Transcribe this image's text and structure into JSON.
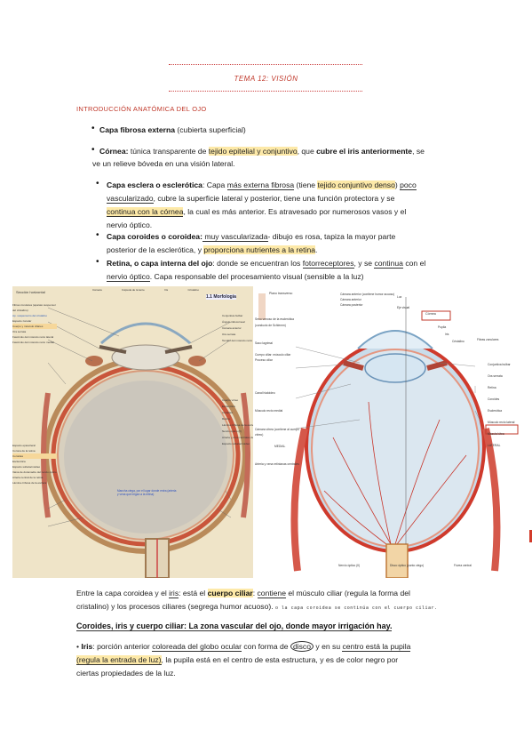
{
  "header": {
    "title": "TEMA 12: VISIÓN"
  },
  "section_title": "INTRODUCCIÓN ANATÓMICA DEL OJO",
  "p1": {
    "bold": "Capa fibrosa externa",
    "rest": " (cubierta superficial)"
  },
  "p2": {
    "bold": "Córnea:",
    "a": " túnica transparente de ",
    "hl": "tejido epitelial y conjuntivo",
    "b": ", que ",
    "bold2": "cubre el iris anteriormente",
    "c": ", se",
    "line2": "ve un relieve bóveda en una visión lateral."
  },
  "p3": {
    "bold": "Capa esclera o esclerótica",
    "a": ": Capa ",
    "ul1": "más externa fibrosa",
    "b": " (tiene ",
    "hl1": "tejido conjuntivo denso",
    "c": ") ",
    "ul2": "poco",
    "ul3": "vascularizado",
    "d": ", cubre la superficie lateral y posterior, tiene una función protectora y se",
    "hl2": "continua con la córnea",
    "e": ", la cual es más anterior.  Es atravesado por numerosos vasos y el",
    "line4": "nervio óptico."
  },
  "p4": {
    "bold": "Capa coroides o coroidea:",
    "ul1": " muy vascularizada",
    "a": "- dibujo es rosa, tapiza la mayor parte",
    "b": "posterior de la esclerótica, y ",
    "hl": "proporciona nutrientes a la retina",
    "c": "."
  },
  "p5": {
    "bold": "Retina, o capa interna del ojo",
    "a": ": donde se encuentran los ",
    "ul1": "fotorreceptores",
    "b": ", y se ",
    "ul2": "continua",
    "c": " con el",
    "ul3": "nervio óptico",
    "d": ". Capa responsable del procesamiento visual (sensible a la luz)"
  },
  "fig_left": {
    "section_label": "Sección horizontal",
    "badge": "1.1 Morfología",
    "labels_left": [
      "Fibras zonulares (aparato suspensor del cristalino)",
      "Ap. suspensorio del cristalino",
      "Espacio zonular",
      "Cuerpo y músculo ciliares",
      "Ora serrata",
      "Fascículo del músculo recto lateral",
      "Fascículo del músculo recto medial",
      "Espacio epiescleral",
      "Corona de la retina",
      "Coroides",
      "Esclerótica",
      "Espacio subaracnoideo",
      "Vaina de duramadre del nervio óptico",
      "Arteria central de la retina",
      "Lámina cribosa de la esclera"
    ],
    "labels_top": [
      "Cámara",
      "Cápsula de la lente",
      "Iris",
      "Cristalino"
    ],
    "labels_right": [
      "Conjuntiva bulbar",
      "Ángulo iridocorneal",
      "Cámara anterior",
      "Ora serrata",
      "Tendón del músculo recto lateral",
      "Cuerpo vítreo",
      "Esclerótica",
      "Coroides",
      "Retina",
      "Lámina cribosa de la esclera",
      "Nervio óptico (II)",
      "Arteria y vena centrales de la retina",
      "Espacio subaracnoideo"
    ],
    "note": "Mancha ciega, por el lugar donde entra (arteria y vena que irrigan a la retina)"
  },
  "fig_right": {
    "labels_left": [
      "Plano transverso",
      "Seno venoso de la esclerótica (conducto de Schlemm)",
      "Saco lagrimal",
      "Cuerpo ciliar: músculo ciliar",
      "Proceso ciliar",
      "Canal hialoideo",
      "Músculo recto medial",
      "Cámara vítrea (contiene al cuerpo vítreo)",
      "MEDIAL",
      "Arteria y vena retinianas centrales"
    ],
    "labels_top": [
      "Cámara anterior (contiene humor acuoso)",
      "Cámara anterior",
      "Cámara posterior",
      "Luz",
      "Eje visual",
      "Córnea",
      "Pupila",
      "Iris",
      "Cristalino",
      "Fibras zonulares"
    ],
    "labels_right": [
      "Conjuntiva bulbar",
      "Ora serrata",
      "Retina",
      "Coroides",
      "Esclerótica",
      "Músculo recto lateral",
      "Mácula lútea",
      "LATERAL"
    ],
    "labels_bottom": [
      "Nervio óptico (II)",
      "Disco óptico (punto ciego)",
      "Fóvea central"
    ],
    "highlight_cornea": "Córnea",
    "highlight_sclera": "Esclerótica"
  },
  "p6": {
    "a": "Entre la capa coroidea y el ",
    "ul1": "iris",
    "b": ": está el ",
    "hl": "cuerpo ciliar",
    "c": ": ",
    "ul2": "contiene",
    "d": " el músculo ciliar (regula la forma del",
    "line2": "cristalino) y los procesos ciliares (segrega humor acuoso).",
    "note": "o  la capa coroidea se continúa con el cuerpo ciliar."
  },
  "p7": {
    "bold": "Coroides, iris y cuerpo ciliar: ",
    "ul": "La zona vascular del ojo, donde mayor irrigación hay."
  },
  "p8": {
    "bold": "Iris",
    "a": ": porción anterior ",
    "ul1": "coloreada del globo ocular",
    "b": " con forma de ",
    "circ": "disco",
    "c": " y en su ",
    "ul2": "centro está la pupila",
    "hl": "(regula la entrada de luz)",
    "d": ", la pupila está en el centro de esta estructura, y es de color negro por",
    "line3": "ciertas propiedades de la luz."
  }
}
